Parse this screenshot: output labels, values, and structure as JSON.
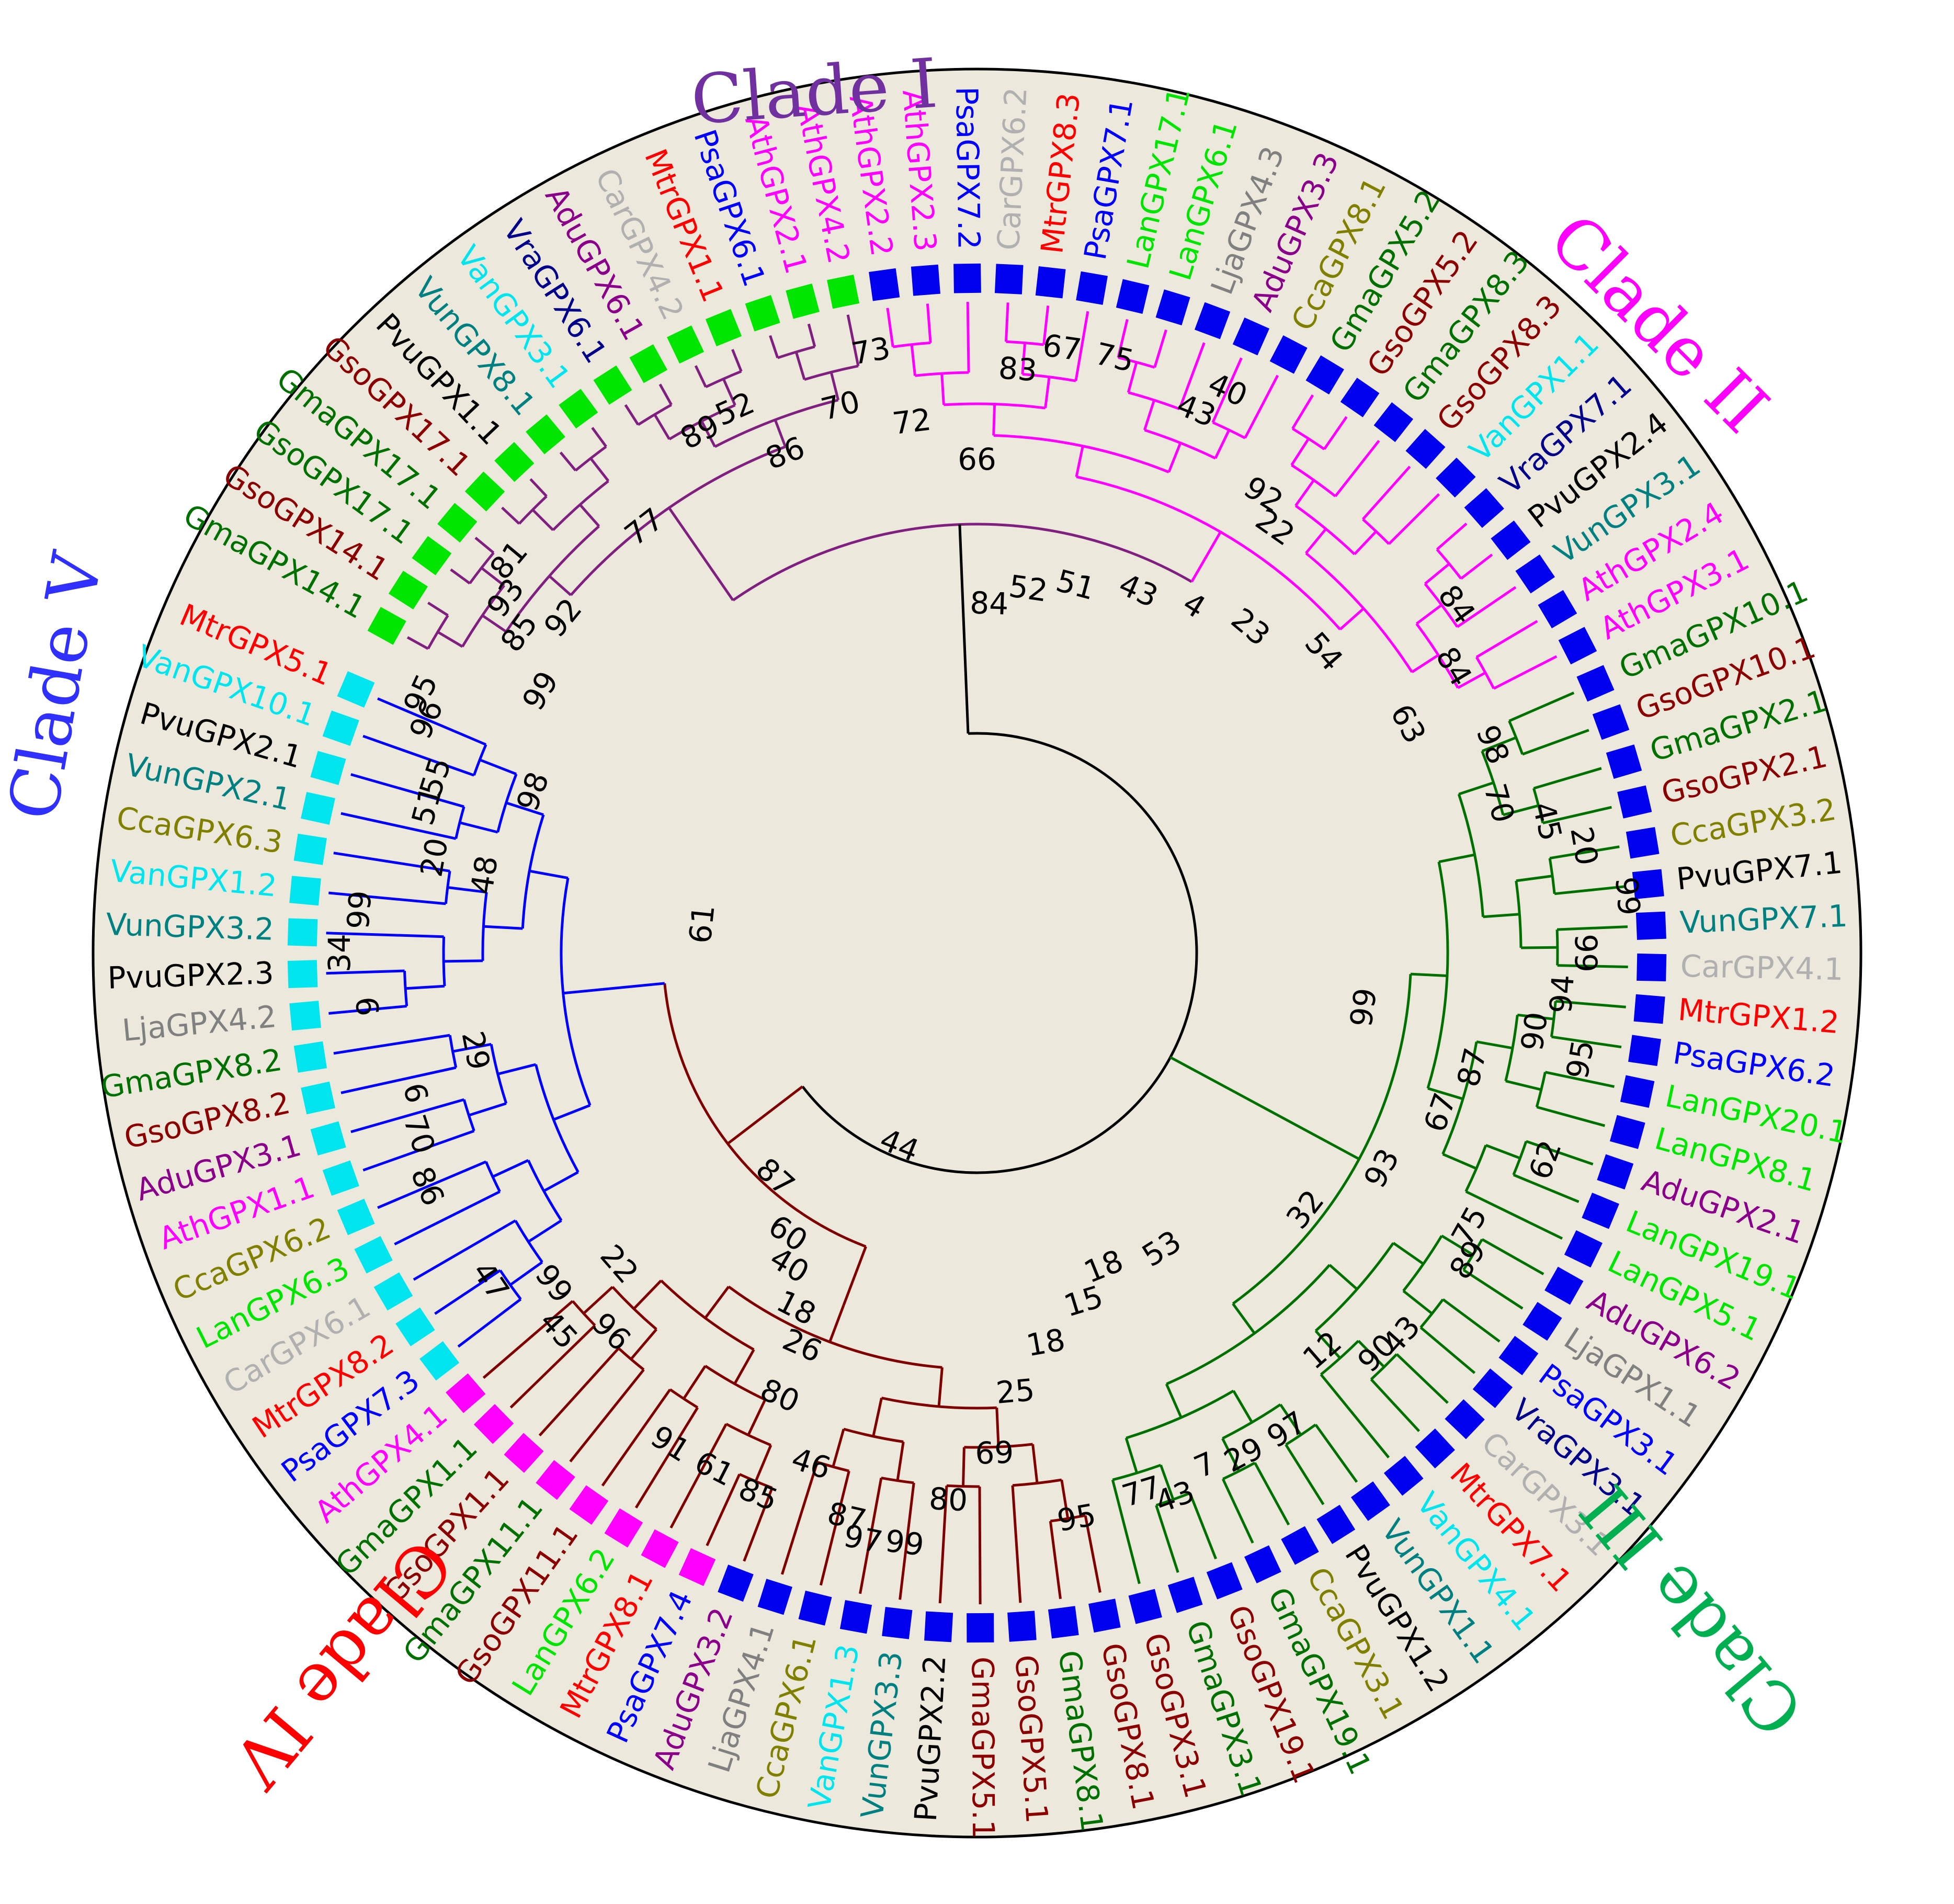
{
  "clades": [
    {
      "label": "Clade I",
      "color": "#7030a0"
    },
    {
      "label": "Clade II",
      "color": "#ff00ff"
    },
    {
      "label": "Clade III",
      "color": "#00b050"
    },
    {
      "label": "Clade IV",
      "color": "#ff0000"
    },
    {
      "label": "Clade V",
      "color": "#2f2fff"
    }
  ],
  "tree_colors": {
    "root": "#000000",
    "clade_i": "#7f1f7f",
    "clade_ii": "#ff00ff",
    "clade_iii": "#007000",
    "clade_iv": "#7f0000",
    "clade_v": "#0000ff"
  },
  "background": {
    "disc": "#ede8dc"
  },
  "marker_colors": {
    "green": "#00e600",
    "blue": "#0000ee",
    "cyan": "#00e5ee",
    "magenta": "#ff00ff"
  },
  "leaves": [
    {
      "name": "GmaGPX14.1",
      "color": "#007000",
      "marker": "green"
    },
    {
      "name": "GsoGPX14.1",
      "color": "#8b0000",
      "marker": "green"
    },
    {
      "name": "GsoGPX17.1",
      "color": "#007000",
      "marker": "green"
    },
    {
      "name": "GmaGPX17.1",
      "color": "#007000",
      "marker": "green"
    },
    {
      "name": "GsoGPX17.1",
      "color": "#8b0000",
      "marker": "green"
    },
    {
      "name": "PvuGPX1.1",
      "color": "#000000",
      "marker": "green"
    },
    {
      "name": "VunGPX8.1",
      "color": "#008080",
      "marker": "green"
    },
    {
      "name": "VanGPX3.1",
      "color": "#00e5ee",
      "marker": "green"
    },
    {
      "name": "VraGPX6.1",
      "color": "#00008b",
      "marker": "green"
    },
    {
      "name": "AduGPX6.1",
      "color": "#8b008b",
      "marker": "green"
    },
    {
      "name": "CarGPX4.2",
      "color": "#b0b0b0",
      "marker": "green"
    },
    {
      "name": "MtrGPX1.1",
      "color": "#ff0000",
      "marker": "green"
    },
    {
      "name": "PsaGPX6.1",
      "color": "#0000ff",
      "marker": "green"
    },
    {
      "name": "AthGPX2.1",
      "color": "#ff00ff",
      "marker": "green"
    },
    {
      "name": "AthGPX4.2",
      "color": "#ff00ff",
      "marker": "green"
    },
    {
      "name": "AthGPX2.2",
      "color": "#ff00ff",
      "marker": "blue"
    },
    {
      "name": "AthGPX2.3",
      "color": "#ff00ff",
      "marker": "blue"
    },
    {
      "name": "PsaGPX7.2",
      "color": "#0000ff",
      "marker": "blue"
    },
    {
      "name": "CarGPX6.2",
      "color": "#b0b0b0",
      "marker": "blue"
    },
    {
      "name": "MtrGPX8.3",
      "color": "#ff0000",
      "marker": "blue"
    },
    {
      "name": "PsaGPX7.1",
      "color": "#0000ff",
      "marker": "blue"
    },
    {
      "name": "LanGPX17.1",
      "color": "#00e600",
      "marker": "blue"
    },
    {
      "name": "LanGPX6.1",
      "color": "#00e600",
      "marker": "blue"
    },
    {
      "name": "LjaGPX4.3",
      "color": "#808080",
      "marker": "blue"
    },
    {
      "name": "AduGPX3.3",
      "color": "#8b008b",
      "marker": "blue"
    },
    {
      "name": "CcaGPX8.1",
      "color": "#808000",
      "marker": "blue"
    },
    {
      "name": "GmaGPX5.2",
      "color": "#007000",
      "marker": "blue"
    },
    {
      "name": "GsoGPX5.2",
      "color": "#8b0000",
      "marker": "blue"
    },
    {
      "name": "GmaGPX8.3",
      "color": "#007000",
      "marker": "blue"
    },
    {
      "name": "GsoGPX8.3",
      "color": "#8b0000",
      "marker": "blue"
    },
    {
      "name": "VanGPX1.1",
      "color": "#00e5ee",
      "marker": "blue"
    },
    {
      "name": "VraGPX7.1",
      "color": "#00008b",
      "marker": "blue"
    },
    {
      "name": "PvuGPX2.4",
      "color": "#000000",
      "marker": "blue"
    },
    {
      "name": "VunGPX3.1",
      "color": "#008080",
      "marker": "blue"
    },
    {
      "name": "AthGPX2.4",
      "color": "#ff00ff",
      "marker": "blue"
    },
    {
      "name": "AthGPX3.1",
      "color": "#ff00ff",
      "marker": "blue"
    },
    {
      "name": "GmaGPX10.1",
      "color": "#007000",
      "marker": "blue"
    },
    {
      "name": "GsoGPX10.1",
      "color": "#8b0000",
      "marker": "blue"
    },
    {
      "name": "GmaGPX2.1",
      "color": "#007000",
      "marker": "blue"
    },
    {
      "name": "GsoGPX2.1",
      "color": "#8b0000",
      "marker": "blue"
    },
    {
      "name": "CcaGPX3.2",
      "color": "#808000",
      "marker": "blue"
    },
    {
      "name": "PvuGPX7.1",
      "color": "#000000",
      "marker": "blue"
    },
    {
      "name": "VunGPX7.1",
      "color": "#008080",
      "marker": "blue"
    },
    {
      "name": "CarGPX4.1",
      "color": "#b0b0b0",
      "marker": "blue"
    },
    {
      "name": "MtrGPX1.2",
      "color": "#ff0000",
      "marker": "blue"
    },
    {
      "name": "PsaGPX6.2",
      "color": "#0000ff",
      "marker": "blue"
    },
    {
      "name": "LanGPX20.1",
      "color": "#00e600",
      "marker": "blue"
    },
    {
      "name": "LanGPX8.1",
      "color": "#00e600",
      "marker": "blue"
    },
    {
      "name": "AduGPX2.1",
      "color": "#8b008b",
      "marker": "blue"
    },
    {
      "name": "LanGPX19.1",
      "color": "#00e600",
      "marker": "blue"
    },
    {
      "name": "LanGPX5.1",
      "color": "#00e600",
      "marker": "blue"
    },
    {
      "name": "AduGPX6.2",
      "color": "#8b008b",
      "marker": "blue"
    },
    {
      "name": "LjaGPX1.1",
      "color": "#808080",
      "marker": "blue"
    },
    {
      "name": "PsaGPX3.1",
      "color": "#0000ff",
      "marker": "blue"
    },
    {
      "name": "VraGPX3.1",
      "color": "#00008b",
      "marker": "blue"
    },
    {
      "name": "CarGPX3.1",
      "color": "#b0b0b0",
      "marker": "blue"
    },
    {
      "name": "MtrGPX7.1",
      "color": "#ff0000",
      "marker": "blue"
    },
    {
      "name": "VanGPX4.1",
      "color": "#00e5ee",
      "marker": "blue"
    },
    {
      "name": "VunGPX1.1",
      "color": "#008080",
      "marker": "blue"
    },
    {
      "name": "PvuGPX1.2",
      "color": "#000000",
      "marker": "blue"
    },
    {
      "name": "CcaGPX3.1",
      "color": "#808000",
      "marker": "blue"
    },
    {
      "name": "GmaGPX19.1",
      "color": "#007000",
      "marker": "blue"
    },
    {
      "name": "GsoGPX19.1",
      "color": "#8b0000",
      "marker": "blue"
    },
    {
      "name": "GmaGPX3.1",
      "color": "#007000",
      "marker": "blue"
    },
    {
      "name": "GsoGPX3.1",
      "color": "#8b0000",
      "marker": "blue"
    },
    {
      "name": "GsoGPX8.1",
      "color": "#8b0000",
      "marker": "blue"
    },
    {
      "name": "GmaGPX8.1",
      "color": "#007000",
      "marker": "blue"
    },
    {
      "name": "GsoGPX5.1",
      "color": "#8b0000",
      "marker": "blue"
    },
    {
      "name": "GmaGPX5.1",
      "color": "#8b0000",
      "marker": "blue"
    },
    {
      "name": "PvuGPX2.2",
      "color": "#000000",
      "marker": "blue"
    },
    {
      "name": "VunGPX3.3",
      "color": "#008080",
      "marker": "blue"
    },
    {
      "name": "VanGPX1.3",
      "color": "#00e5ee",
      "marker": "blue"
    },
    {
      "name": "CcaGPX6.1",
      "color": "#808000",
      "marker": "blue"
    },
    {
      "name": "LjaGPX4.1",
      "color": "#808080",
      "marker": "blue"
    },
    {
      "name": "AduGPX3.2",
      "color": "#8b008b",
      "marker": "blue"
    },
    {
      "name": "PsaGPX7.4",
      "color": "#0000ff",
      "marker": "magenta"
    },
    {
      "name": "MtrGPX8.1",
      "color": "#ff0000",
      "marker": "magenta"
    },
    {
      "name": "LanGPX6.2",
      "color": "#00e600",
      "marker": "magenta"
    },
    {
      "name": "GsoGPX11.1",
      "color": "#8b0000",
      "marker": "magenta"
    },
    {
      "name": "GmaGPX11.1",
      "color": "#007000",
      "marker": "magenta"
    },
    {
      "name": "GsoGPX1.1",
      "color": "#8b0000",
      "marker": "magenta"
    },
    {
      "name": "GmaGPX1.1",
      "color": "#007000",
      "marker": "magenta"
    },
    {
      "name": "AthGPX4.1",
      "color": "#ff00ff",
      "marker": "magenta"
    },
    {
      "name": "PsaGPX7.3",
      "color": "#0000ff",
      "marker": "cyan"
    },
    {
      "name": "MtrGPX8.2",
      "color": "#ff0000",
      "marker": "cyan"
    },
    {
      "name": "CarGPX6.1",
      "color": "#b0b0b0",
      "marker": "cyan"
    },
    {
      "name": "LanGPX6.3",
      "color": "#00e600",
      "marker": "cyan"
    },
    {
      "name": "CcaGPX6.2",
      "color": "#808000",
      "marker": "cyan"
    },
    {
      "name": "AthGPX1.1",
      "color": "#ff00ff",
      "marker": "cyan"
    },
    {
      "name": "AduGPX3.1",
      "color": "#8b008b",
      "marker": "cyan"
    },
    {
      "name": "GsoGPX8.2",
      "color": "#8b0000",
      "marker": "cyan"
    },
    {
      "name": "GmaGPX8.2",
      "color": "#007000",
      "marker": "cyan"
    },
    {
      "name": "LjaGPX4.2",
      "color": "#808080",
      "marker": "cyan"
    },
    {
      "name": "PvuGPX2.3",
      "color": "#000000",
      "marker": "cyan"
    },
    {
      "name": "VunGPX3.2",
      "color": "#008080",
      "marker": "cyan"
    },
    {
      "name": "VanGPX1.2",
      "color": "#00e5ee",
      "marker": "cyan"
    },
    {
      "name": "CcaGPX6.3",
      "color": "#808000",
      "marker": "cyan"
    },
    {
      "name": "VunGPX2.1",
      "color": "#008080",
      "marker": "cyan"
    },
    {
      "name": "PvuGPX2.1",
      "color": "#000000",
      "marker": "cyan"
    },
    {
      "name": "VanGPX10.1",
      "color": "#00e5ee",
      "marker": "cyan"
    },
    {
      "name": "MtrGPX5.1",
      "color": "#ff0000",
      "marker": "cyan"
    }
  ],
  "bootstrap_labels": [
    {
      "text": "99",
      "angle": -149,
      "radius": 970
    },
    {
      "text": "92",
      "angle": -141,
      "radius": 1015
    },
    {
      "text": "77",
      "angle": -128,
      "radius": 1030
    },
    {
      "text": "89",
      "angle": -118,
      "radius": 1125
    },
    {
      "text": "52",
      "angle": -114,
      "radius": 1135
    },
    {
      "text": "86",
      "angle": -111,
      "radius": 1020
    },
    {
      "text": "70",
      "angle": -104,
      "radius": 1075
    },
    {
      "text": "73",
      "angle": -100,
      "radius": 1165
    },
    {
      "text": "72",
      "angle": -97,
      "radius": 1020
    },
    {
      "text": "66",
      "angle": -90,
      "radius": 940
    },
    {
      "text": "83",
      "angle": -86,
      "radius": 1115
    },
    {
      "text": "67",
      "angle": -82,
      "radius": 1165
    },
    {
      "text": "75",
      "angle": -77,
      "radius": 1165
    },
    {
      "text": "43",
      "angle": -68,
      "radius": 1115
    },
    {
      "text": "40",
      "angle": -66,
      "radius": 1175
    },
    {
      "text": "92",
      "angle": -58,
      "radius": 1030
    },
    {
      "text": "22",
      "angle": -55,
      "radius": 990
    },
    {
      "text": "84",
      "angle": -88,
      "radius": 665
    },
    {
      "text": "52",
      "angle": -82,
      "radius": 700
    },
    {
      "text": "51",
      "angle": -75,
      "radius": 725
    },
    {
      "text": "43",
      "angle": -66,
      "radius": 755
    },
    {
      "text": "4",
      "angle": -58,
      "radius": 780
    },
    {
      "text": "23",
      "angle": -50,
      "radius": 810
    },
    {
      "text": "54",
      "angle": -41,
      "radius": 875
    },
    {
      "text": "63",
      "angle": -28,
      "radius": 930
    },
    {
      "text": "84",
      "angle": -36,
      "radius": 1130
    },
    {
      "text": "84",
      "angle": -31,
      "radius": 1060
    },
    {
      "text": "98",
      "angle": -22,
      "radius": 1060
    },
    {
      "text": "70",
      "angle": -16,
      "radius": 1035
    },
    {
      "text": "45",
      "angle": -13,
      "radius": 1115
    },
    {
      "text": "20",
      "angle": -10,
      "radius": 1175
    },
    {
      "text": "99",
      "angle": -5,
      "radius": 1245
    },
    {
      "text": "99",
      "angle": 0,
      "radius": 1160
    },
    {
      "text": "94",
      "angle": 4,
      "radius": 1125
    },
    {
      "text": "90",
      "angle": 8,
      "radius": 1080
    },
    {
      "text": "95",
      "angle": 10,
      "radius": 1175
    },
    {
      "text": "87",
      "angle": 13,
      "radius": 975
    },
    {
      "text": "67",
      "angle": 19,
      "radius": 940
    },
    {
      "text": "62",
      "angle": 20,
      "radius": 1160
    },
    {
      "text": "93",
      "angle": 28,
      "radius": 880
    },
    {
      "text": "75",
      "angle": 29,
      "radius": 1080
    },
    {
      "text": "89",
      "angle": 32,
      "radius": 1110
    },
    {
      "text": "32",
      "angle": 38,
      "radius": 800
    },
    {
      "text": "99",
      "angle": 8,
      "radius": 750
    },
    {
      "text": "43",
      "angle": 42,
      "radius": 1095
    },
    {
      "text": "90",
      "angle": 45,
      "radius": 1085
    },
    {
      "text": "12",
      "angle": 49,
      "radius": 1010
    },
    {
      "text": "53",
      "angle": 58,
      "radius": 670
    },
    {
      "text": "18",
      "angle": 68,
      "radius": 650
    },
    {
      "text": "15",
      "angle": 73,
      "radius": 700
    },
    {
      "text": "18",
      "angle": 80,
      "radius": 760
    },
    {
      "text": "97",
      "angle": 57,
      "radius": 1090
    },
    {
      "text": "29",
      "angle": 62,
      "radius": 1090
    },
    {
      "text": "7",
      "angle": 66,
      "radius": 1075
    },
    {
      "text": "43",
      "angle": 70,
      "radius": 1110
    },
    {
      "text": "77",
      "angle": 73,
      "radius": 1080
    },
    {
      "text": "25",
      "angle": 85,
      "radius": 845
    },
    {
      "text": "69",
      "angle": 88,
      "radius": 960
    },
    {
      "text": "95",
      "angle": 80,
      "radius": 1100
    },
    {
      "text": "80",
      "angle": 93,
      "radius": 1050
    },
    {
      "text": "99",
      "angle": 97,
      "radius": 1140
    },
    {
      "text": "44",
      "angle": 112,
      "radius": 400
    },
    {
      "text": "97",
      "angle": 101,
      "radius": 1145
    },
    {
      "text": "87",
      "angle": 103,
      "radius": 1110
    },
    {
      "text": "46",
      "angle": 108,
      "radius": 1030
    },
    {
      "text": "85",
      "angle": 112,
      "radius": 1120
    },
    {
      "text": "61",
      "angle": 117,
      "radius": 1110
    },
    {
      "text": "91",
      "angle": 122,
      "radius": 1110
    },
    {
      "text": "80",
      "angle": 114,
      "radius": 930
    },
    {
      "text": "26",
      "angle": 114,
      "radius": 825
    },
    {
      "text": "18",
      "angle": 117,
      "radius": 765
    },
    {
      "text": "40",
      "angle": 121,
      "radius": 700
    },
    {
      "text": "60",
      "angle": 124,
      "radius": 650
    },
    {
      "text": "87",
      "angle": 132,
      "radius": 580
    },
    {
      "text": "96",
      "angle": 134,
      "radius": 1010
    },
    {
      "text": "45",
      "angle": 138,
      "radius": 1080
    },
    {
      "text": "22",
      "angle": 139,
      "radius": 910
    },
    {
      "text": "99",
      "angle": 142,
      "radius": 1030
    },
    {
      "text": "47",
      "angle": 146,
      "radius": 1125
    },
    {
      "text": "86",
      "angle": 157,
      "radius": 1145
    },
    {
      "text": "70",
      "angle": 162,
      "radius": 1125
    },
    {
      "text": "6",
      "angle": 166,
      "radius": 1110
    },
    {
      "text": "29",
      "angle": 169,
      "radius": 980
    },
    {
      "text": "6",
      "angle": 175,
      "radius": 1175
    },
    {
      "text": "34",
      "angle": 180,
      "radius": 1215
    },
    {
      "text": "99",
      "angle": -176,
      "radius": 1180
    },
    {
      "text": "20",
      "angle": -170,
      "radius": 1050
    },
    {
      "text": "51",
      "angle": -165,
      "radius": 1085
    },
    {
      "text": "55",
      "angle": -162,
      "radius": 1085
    },
    {
      "text": "96",
      "angle": -157,
      "radius": 1140
    },
    {
      "text": "95",
      "angle": -155,
      "radius": 1170
    },
    {
      "text": "85",
      "angle": -145,
      "radius": 1065
    },
    {
      "text": "93",
      "angle": -143,
      "radius": 1125
    },
    {
      "text": "81",
      "angle": -140,
      "radius": 1165
    },
    {
      "text": "98",
      "angle": -160,
      "radius": 900
    },
    {
      "text": "48",
      "angle": -171,
      "radius": 950
    },
    {
      "text": "61",
      "angle": -174,
      "radius": 525
    }
  ]
}
